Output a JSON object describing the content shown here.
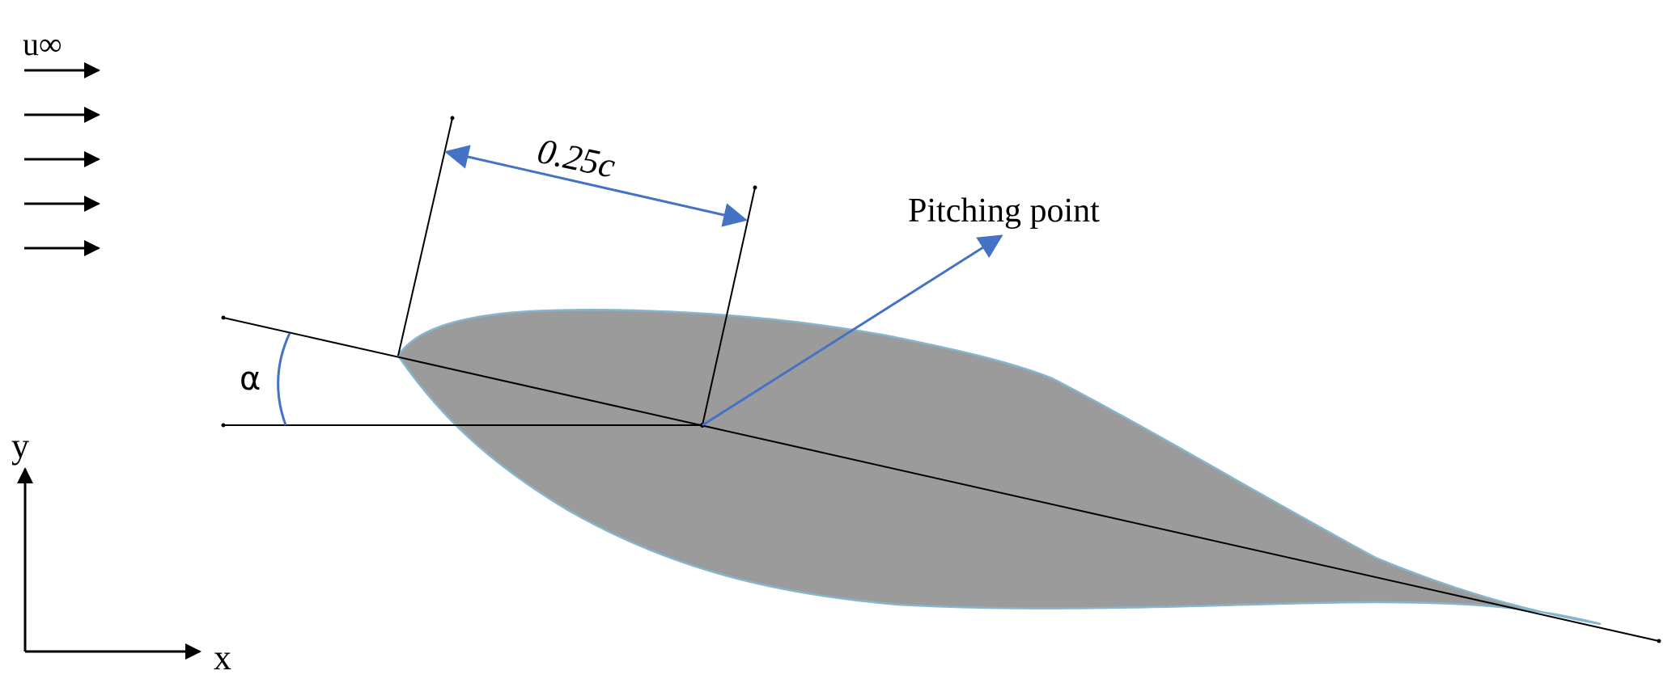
{
  "labels": {
    "freestream": "u∞",
    "chord_fraction": "0.25c",
    "pitching_point": "Pitching point",
    "angle": "α",
    "y_axis": "y",
    "x_axis": "x"
  },
  "colors": {
    "airfoil_fill": "#9b9b9b",
    "airfoil_edge": "#86b6cc",
    "accent_blue": "#4472c4",
    "line": "#000000"
  }
}
